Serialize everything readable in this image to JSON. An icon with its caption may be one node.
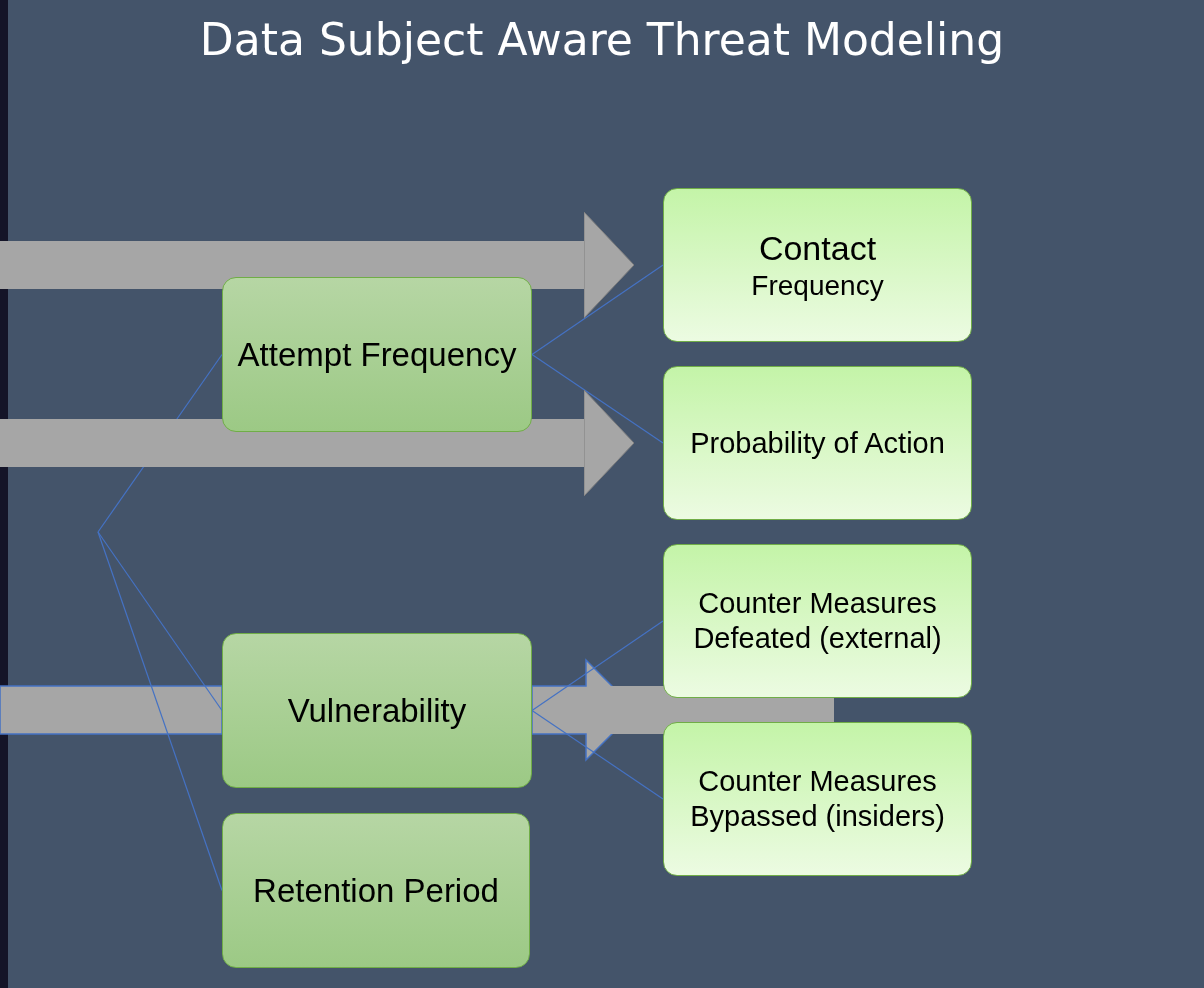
{
  "diagram": {
    "title": "Data Subject Aware Threat Modeling",
    "nodes": [
      {
        "text": [
          "Attempt Frequency"
        ]
      },
      {
        "text": [
          "Vulnerability"
        ]
      },
      {
        "text": [
          "Retention Period"
        ]
      },
      {
        "text": [
          "Contact",
          "Frequency"
        ]
      },
      {
        "text": [
          "Probability of Action"
        ]
      },
      {
        "text": [
          "Counter Measures Defeated (external)"
        ]
      },
      {
        "text": [
          "Counter Measures Bypassed (insiders)"
        ]
      }
    ],
    "edges": [
      {
        "from": null,
        "to": 0,
        "arrow": "none"
      },
      {
        "from": null,
        "to": 1,
        "arrow": "none"
      },
      {
        "from": null,
        "to": 2,
        "arrow": "none"
      },
      {
        "from": 0,
        "to": 3,
        "arrow": "none"
      },
      {
        "from": 0,
        "to": 4,
        "arrow": "none"
      },
      {
        "from": 1,
        "to": 5,
        "arrow": "none"
      },
      {
        "from": 1,
        "to": 6,
        "arrow": "none"
      },
      {
        "from": null,
        "to": 3,
        "arrow": "to",
        "style": "thick",
        "color": "#a6a6a6"
      },
      {
        "from": null,
        "to": 4,
        "arrow": "to",
        "style": "thick",
        "color": "#a6a6a6"
      }
    ]
  }
}
